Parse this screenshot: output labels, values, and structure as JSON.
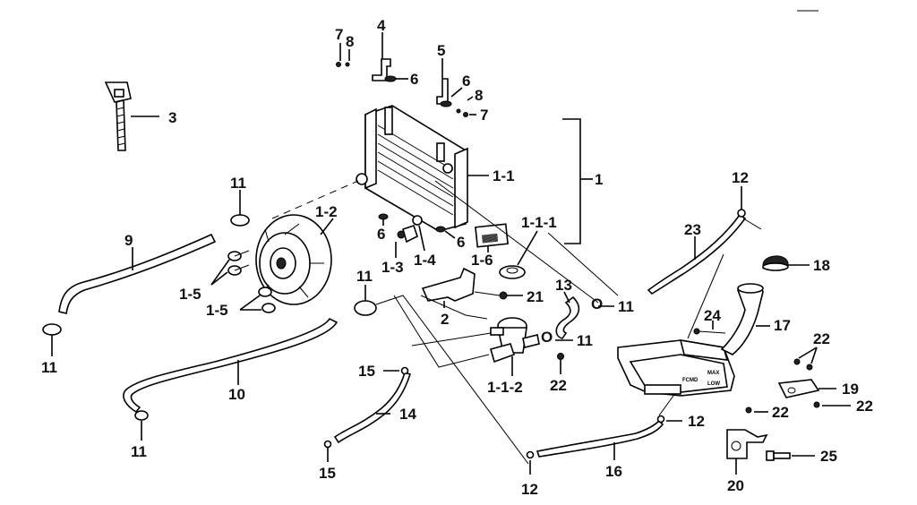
{
  "diagram": {
    "labels": [
      {
        "id": "7a",
        "text": "7"
      },
      {
        "id": "8a",
        "text": "8"
      },
      {
        "id": "4",
        "text": "4"
      },
      {
        "id": "6a",
        "text": "6"
      },
      {
        "id": "5",
        "text": "5"
      },
      {
        "id": "6b",
        "text": "6"
      },
      {
        "id": "8b",
        "text": "8"
      },
      {
        "id": "7b",
        "text": "7"
      },
      {
        "id": "3",
        "text": "3"
      },
      {
        "id": "1-1",
        "text": "1-1"
      },
      {
        "id": "1",
        "text": "1"
      },
      {
        "id": "11a",
        "text": "11"
      },
      {
        "id": "1-2",
        "text": "1-2"
      },
      {
        "id": "9",
        "text": "9"
      },
      {
        "id": "6c",
        "text": "6"
      },
      {
        "id": "6d",
        "text": "6"
      },
      {
        "id": "1-3",
        "text": "1-3"
      },
      {
        "id": "1-4",
        "text": "1-4"
      },
      {
        "id": "1-1-1",
        "text": "1-1-1"
      },
      {
        "id": "1-6",
        "text": "1-6"
      },
      {
        "id": "12a",
        "text": "12"
      },
      {
        "id": "23",
        "text": "23"
      },
      {
        "id": "18",
        "text": "18"
      },
      {
        "id": "1-5a",
        "text": "1-5"
      },
      {
        "id": "1-5b",
        "text": "1-5"
      },
      {
        "id": "11b",
        "text": "11"
      },
      {
        "id": "21",
        "text": "21"
      },
      {
        "id": "13",
        "text": "13"
      },
      {
        "id": "11c",
        "text": "11"
      },
      {
        "id": "2",
        "text": "2"
      },
      {
        "id": "24",
        "text": "24"
      },
      {
        "id": "17",
        "text": "17"
      },
      {
        "id": "11d",
        "text": "11"
      },
      {
        "id": "11e",
        "text": "11"
      },
      {
        "id": "10",
        "text": "10"
      },
      {
        "id": "15a",
        "text": "15"
      },
      {
        "id": "22a",
        "text": "22"
      },
      {
        "id": "1-1-2",
        "text": "1-1-2"
      },
      {
        "id": "22b",
        "text": "22"
      },
      {
        "id": "19",
        "text": "19"
      },
      {
        "id": "14",
        "text": "14"
      },
      {
        "id": "22c",
        "text": "22"
      },
      {
        "id": "22d",
        "text": "22"
      },
      {
        "id": "12b",
        "text": "12"
      },
      {
        "id": "11f",
        "text": "11"
      },
      {
        "id": "25",
        "text": "25"
      },
      {
        "id": "15b",
        "text": "15"
      },
      {
        "id": "16",
        "text": "16"
      },
      {
        "id": "20",
        "text": "20"
      },
      {
        "id": "12c",
        "text": "12"
      }
    ]
  }
}
